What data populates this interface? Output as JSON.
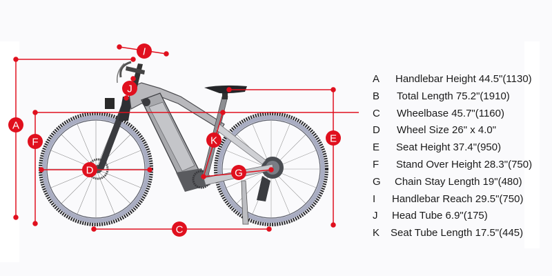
{
  "accent_color": "#e0101e",
  "markers": {
    "A": "A",
    "C": "C",
    "D": "D",
    "E": "E",
    "F": "F",
    "G": "G",
    "I": "I",
    "J": "J",
    "K": "K"
  },
  "specs": [
    {
      "key": "A",
      "text": "Handlebar Height 44.5\"(1130)",
      "indent": 35
    },
    {
      "key": "B",
      "text": "Total Length 75.2\"(1910)",
      "indent": 37
    },
    {
      "key": "C",
      "text": "Wheelbase 45.7\"(1160)",
      "indent": 37
    },
    {
      "key": "D",
      "text": "Wheel Size 26\" x 4.0\"",
      "indent": 37
    },
    {
      "key": "E",
      "text": "Seat Height 37.4\"(950)",
      "indent": 36
    },
    {
      "key": "F",
      "text": "Stand Over Height 28.3\"(750)",
      "indent": 36
    },
    {
      "key": "G",
      "text": "Chain Stay Length 19\"(480)",
      "indent": 34
    },
    {
      "key": "I",
      "text": "Handlebar Reach 29.5\"(750)",
      "indent": 30
    },
    {
      "key": "J",
      "text": "Head Tube 6.9\"(175)",
      "indent": 30
    },
    {
      "key": "K",
      "text": "Seat Tube Length 17.5\"(445)",
      "indent": 28
    }
  ]
}
